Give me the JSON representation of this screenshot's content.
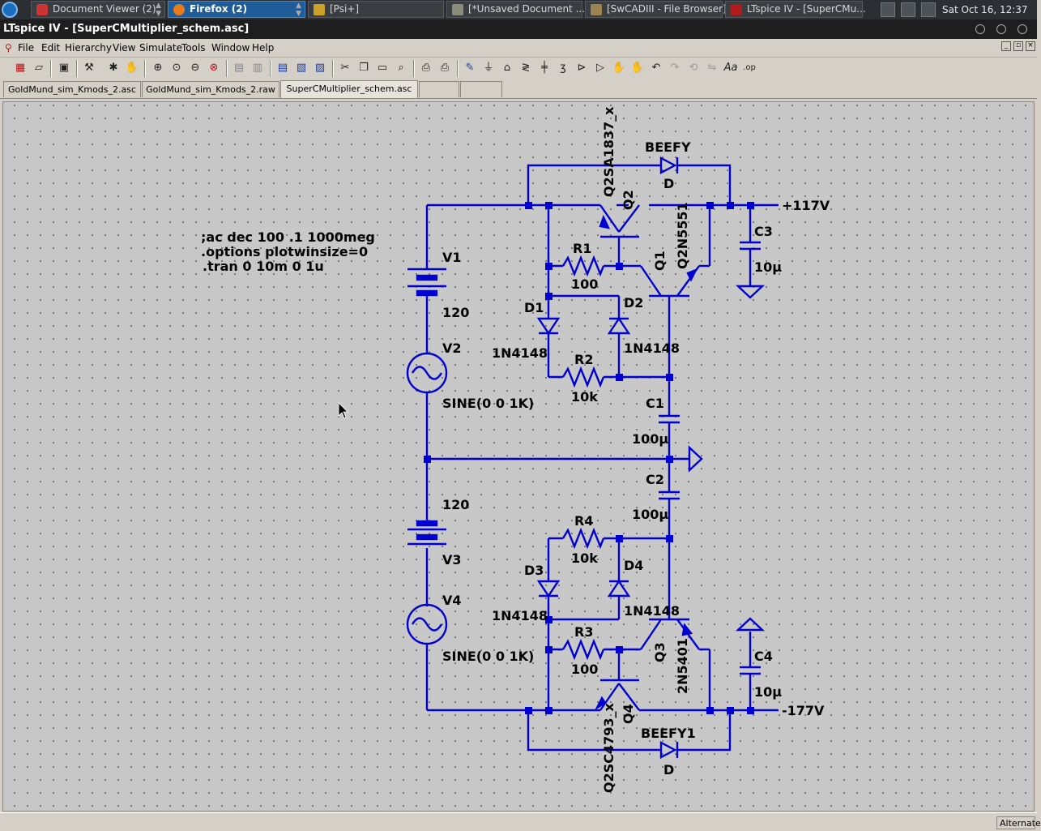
{
  "taskbar": {
    "tasks": [
      {
        "label": "Document Viewer (2)"
      },
      {
        "label": "Firefox (2)"
      },
      {
        "label": "[Psi+]"
      },
      {
        "label": "[*Unsaved Document ..."
      },
      {
        "label": "[SwCADIII - File Browser]"
      },
      {
        "label": "LTspice IV - [SuperCMu..."
      }
    ],
    "clock": "Sat Oct 16, 12:37 AM"
  },
  "window": {
    "title": "LTspice IV - [SuperCMultiplier_schem.asc]"
  },
  "menu": [
    "File",
    "Edit",
    "Hierarchy",
    "View",
    "Simulate",
    "Tools",
    "Window",
    "Help"
  ],
  "tabs": [
    {
      "label": "GoldMund_sim_Kmods_2.asc"
    },
    {
      "label": "GoldMund_sim_Kmods_2.raw"
    },
    {
      "label": "SuperCMultiplier_schem.asc"
    },
    {
      "label": ""
    },
    {
      "label": ""
    }
  ],
  "schematic": {
    "directives": [
      ";ac dec 100 .1 1000meg",
      ".options plotwinsize=0",
      " .tran 0 10m 0 1u"
    ],
    "labels": {
      "beefy": "BEEFY",
      "d_top": "D",
      "q2_model": "Q2SA1837_x",
      "q2": "Q2",
      "v117": "+117V",
      "c3": "C3",
      "c3_val": "10µ",
      "r1": "R1",
      "r1_val": "100",
      "q1": "Q1",
      "q1_model": "Q2N5551",
      "v1": "V1",
      "v1_val": "120",
      "d1": "D1",
      "d2": "D2",
      "d1_model": "1N4148",
      "d2_model": "1N4148",
      "v2": "V2",
      "r2": "R2",
      "r2_val": "10k",
      "v2_val": "SINE(0 0 1K)",
      "c1": "C1",
      "c1_val": "100µ",
      "c2": "C2",
      "c2_val": "100µ",
      "v3_val": "120",
      "v3": "V3",
      "r4": "R4",
      "r4_val": "10k",
      "d3": "D3",
      "d4": "D4",
      "d3_model": "1N4148",
      "d4_model": "1N4148",
      "v4": "V4",
      "v4_val": "SINE(0 0 1K)",
      "r3": "R3",
      "r3_val": "100",
      "q3": "Q3",
      "q3_model": "2N5401",
      "c4": "C4",
      "c4_val": "10µ",
      "vm177": "-177V",
      "q4": "Q4",
      "q4_model": "Q2SC4793_x",
      "beefy1": "BEEFY1",
      "d_bot": "D"
    }
  },
  "status": {
    "right": "Alternate"
  },
  "colors": {
    "wire": "#0000d0",
    "canvas": "#c8c8c8"
  }
}
